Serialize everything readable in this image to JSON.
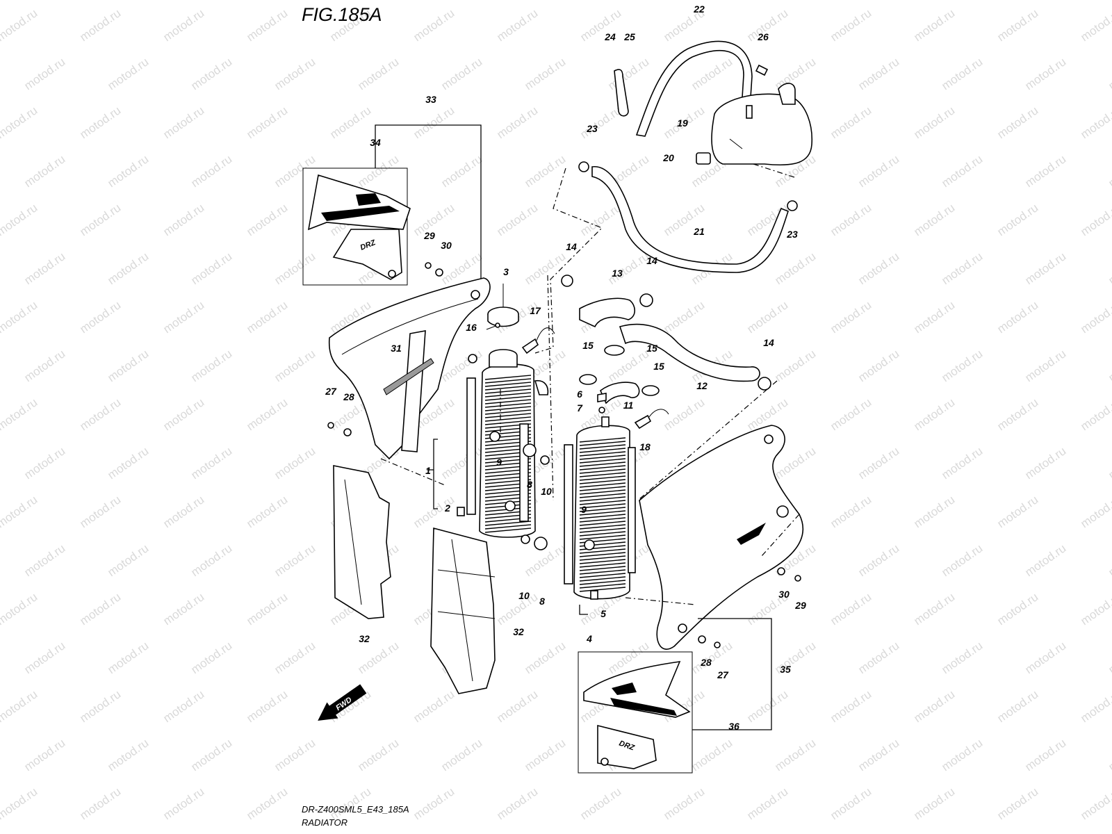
{
  "figure": {
    "title": "FIG.185A",
    "model_code": "DR-Z400SML5_E43_185A",
    "section_name": "RADIATOR",
    "watermark_text": "motod.ru",
    "fwd_label": "FWD",
    "decal_text": "DRZ"
  },
  "callouts": [
    {
      "id": "c1",
      "text": "1"
    },
    {
      "id": "c2",
      "text": "2"
    },
    {
      "id": "c3",
      "text": "3"
    },
    {
      "id": "c4",
      "text": "4"
    },
    {
      "id": "c5",
      "text": "5"
    },
    {
      "id": "c6",
      "text": "6"
    },
    {
      "id": "c7",
      "text": "7"
    },
    {
      "id": "c8a",
      "text": "8"
    },
    {
      "id": "c8b",
      "text": "8"
    },
    {
      "id": "c9a",
      "text": "9"
    },
    {
      "id": "c9b",
      "text": "9"
    },
    {
      "id": "c10a",
      "text": "10"
    },
    {
      "id": "c10b",
      "text": "10"
    },
    {
      "id": "c11",
      "text": "11"
    },
    {
      "id": "c12",
      "text": "12"
    },
    {
      "id": "c13",
      "text": "13"
    },
    {
      "id": "c14a",
      "text": "14"
    },
    {
      "id": "c14b",
      "text": "14"
    },
    {
      "id": "c14c",
      "text": "14"
    },
    {
      "id": "c15a",
      "text": "15"
    },
    {
      "id": "c15b",
      "text": "15"
    },
    {
      "id": "c15c",
      "text": "15"
    },
    {
      "id": "c16",
      "text": "16"
    },
    {
      "id": "c17",
      "text": "17"
    },
    {
      "id": "c18",
      "text": "18"
    },
    {
      "id": "c19",
      "text": "19"
    },
    {
      "id": "c20",
      "text": "20"
    },
    {
      "id": "c21",
      "text": "21"
    },
    {
      "id": "c22",
      "text": "22"
    },
    {
      "id": "c23a",
      "text": "23"
    },
    {
      "id": "c23b",
      "text": "23"
    },
    {
      "id": "c24",
      "text": "24"
    },
    {
      "id": "c25",
      "text": "25"
    },
    {
      "id": "c26",
      "text": "26"
    },
    {
      "id": "c27a",
      "text": "27"
    },
    {
      "id": "c27b",
      "text": "27"
    },
    {
      "id": "c28a",
      "text": "28"
    },
    {
      "id": "c28b",
      "text": "28"
    },
    {
      "id": "c29a",
      "text": "29"
    },
    {
      "id": "c29b",
      "text": "29"
    },
    {
      "id": "c30a",
      "text": "30"
    },
    {
      "id": "c30b",
      "text": "30"
    },
    {
      "id": "c31",
      "text": "31"
    },
    {
      "id": "c32a",
      "text": "32"
    },
    {
      "id": "c32b",
      "text": "32"
    },
    {
      "id": "c33",
      "text": "33"
    },
    {
      "id": "c34",
      "text": "34"
    },
    {
      "id": "c35",
      "text": "35"
    },
    {
      "id": "c36",
      "text": "36"
    }
  ]
}
